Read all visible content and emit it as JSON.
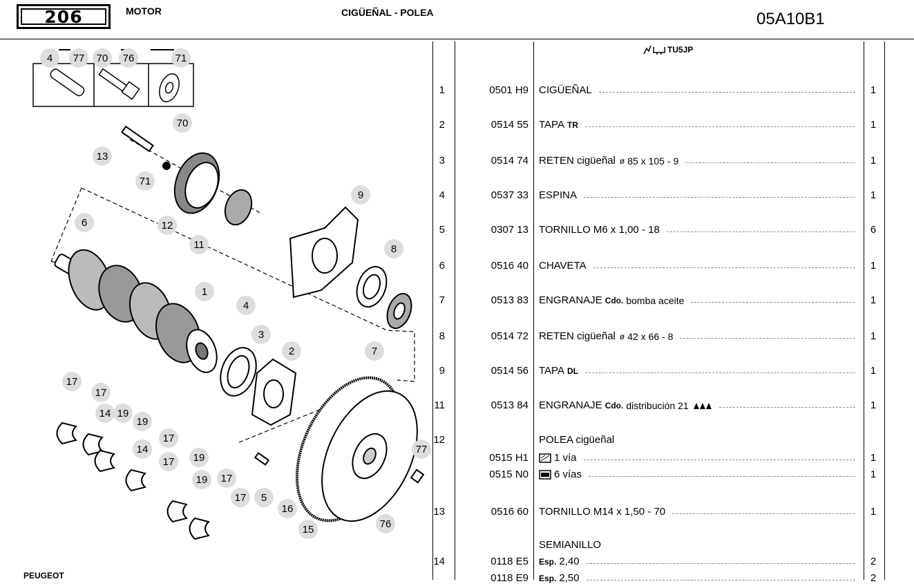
{
  "header": {
    "logo": "206",
    "section": "MOTOR",
    "title": "CIGÜEÑAL - POLEA",
    "code": "05A10B1"
  },
  "table": {
    "engine_label": "TU5JP",
    "rows": [
      {
        "num": "1",
        "ref": "0501 H9",
        "desc": "CIGÜEÑAL",
        "qty": "1"
      },
      {
        "num": "2",
        "ref": "0514 55",
        "desc": "TAPA",
        "tag": "TR",
        "qty": "1"
      },
      {
        "num": "3",
        "ref": "0514 74",
        "desc": "RETEN cigüeñal",
        "sym": "ø",
        "extra": "85 x 105 - 9",
        "qty": "1"
      },
      {
        "num": "4",
        "ref": "0537 33",
        "desc": "ESPINA",
        "qty": "1"
      },
      {
        "num": "5",
        "ref": "0307 13",
        "desc": "TORNILLO M6 x 1,00 - 18",
        "qty": "6"
      },
      {
        "num": "6",
        "ref": "0516 40",
        "desc": "CHAVETA",
        "qty": "1"
      },
      {
        "num": "7",
        "ref": "0513 83",
        "desc": "ENGRANAJE",
        "tag": "Cdo.",
        "extra": "bomba aceite",
        "qty": "1"
      },
      {
        "num": "8",
        "ref": "0514 72",
        "desc": "RETEN cigüeñal",
        "sym": "ø",
        "extra": "42 x 66 - 8",
        "qty": "1"
      },
      {
        "num": "9",
        "ref": "0514 56",
        "desc": "TAPA",
        "tag": "DL",
        "qty": "1"
      },
      {
        "num": "11",
        "ref": "0513 84",
        "desc": "ENGRANAJE",
        "tag": "Cdo.",
        "extra": "distribución 21",
        "qty": "1"
      },
      {
        "num": "12",
        "ref": "",
        "desc": "POLEA cigüeñal",
        "qty": ""
      },
      {
        "num": "",
        "ref": "0515 H1",
        "desc": "1 vía",
        "qty": "1"
      },
      {
        "num": "",
        "ref": "0515 N0",
        "desc": "6 vías",
        "qty": "1"
      },
      {
        "num": "13",
        "ref": "0516 60",
        "desc": "TORNILLO M14 x 1,50 - 70",
        "qty": "1"
      },
      {
        "num": "",
        "ref": "",
        "desc": "SEMIANILLO",
        "qty": ""
      },
      {
        "num": "14",
        "ref": "0118 E5",
        "desc": "2,40",
        "tag": "Esp.",
        "qty": "2"
      },
      {
        "num": "",
        "ref": "0118 E9",
        "desc": "2,50",
        "tag": "Esp.",
        "qty": "2"
      }
    ]
  },
  "diagram_labels": [
    "4",
    "77",
    "70",
    "76",
    "71",
    "70",
    "13",
    "71",
    "9",
    "6",
    "12",
    "11",
    "8",
    "1",
    "4",
    "3",
    "2",
    "7",
    "17",
    "17",
    "14",
    "19",
    "19",
    "14",
    "17",
    "17",
    "19",
    "19",
    "17",
    "17",
    "5",
    "16",
    "15",
    "77",
    "76"
  ],
  "footer": "PEUGEOT"
}
